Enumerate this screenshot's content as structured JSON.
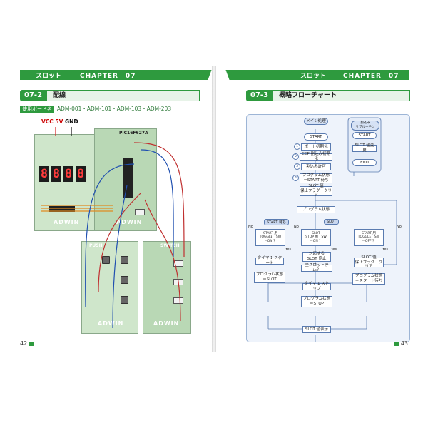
{
  "left_page": {
    "chapter_bar": {
      "section": "スロット",
      "chapter": "CHAPTER　07"
    },
    "section": {
      "number": "07-2",
      "title": "配線"
    },
    "boards_used": {
      "label": "使用ボード名",
      "list": "ADM-001・ADM-101・ADM-103・ADM-203"
    },
    "wiring": {
      "power": {
        "vcc": "VCC 5V",
        "gnd": "GND"
      },
      "display_digits": [
        "8",
        "8",
        "8",
        "8"
      ],
      "board_labels": {
        "pic": "PIC16F627A",
        "push": "PUSH",
        "switch": "SWITCH",
        "logo": "ADWIN"
      }
    },
    "page_number": "42"
  },
  "right_page": {
    "chapter_bar": {
      "section": "スロット",
      "chapter": "CHAPTER　07"
    },
    "section": {
      "number": "07-3",
      "title": "概略フローチャート"
    },
    "flowchart": {
      "main_routine": "メイン処理",
      "sub_routine": "割込み\nサブルーチン",
      "sub_steps": [
        "START",
        "SLOT 値変更",
        "END"
      ],
      "steps": [
        "START",
        "ポート初期化",
        "CCP 割込み初期化",
        "割込み許可",
        "プログラム状態\n＝START 待ち",
        "SLOT 値\n保止フラグ　クリア",
        "プログラム状態"
      ],
      "branch_labels": [
        "START 待ち",
        "SLOT"
      ],
      "decisions": [
        "START 用\nTOGGLE　SW\n＝ON ？",
        "SLOT\nSTOP 用　SW\n＝ON ？",
        "START 用\nTOGGLE　SW\n＝OFF ？"
      ],
      "left_branch": [
        "タイマ 1 スタート",
        "プログラム状態\n＝SLOT"
      ],
      "center_branch": [
        "対応する\nSLOT 停止",
        "全スロット停止？",
        "タイマ 1 ストップ",
        "プログラム状態\n＝STOP"
      ],
      "right_branch": [
        "SLOT 値\n保止フラグ　クリア",
        "プログラム状態\n＝スタート待ち"
      ],
      "bottom": "SLOT 値表示",
      "yes": "Yes",
      "no": "No"
    },
    "page_number": "43"
  },
  "colors": {
    "accent_green": "#2e9a3e",
    "flow_blue": "#5a7bb0"
  }
}
